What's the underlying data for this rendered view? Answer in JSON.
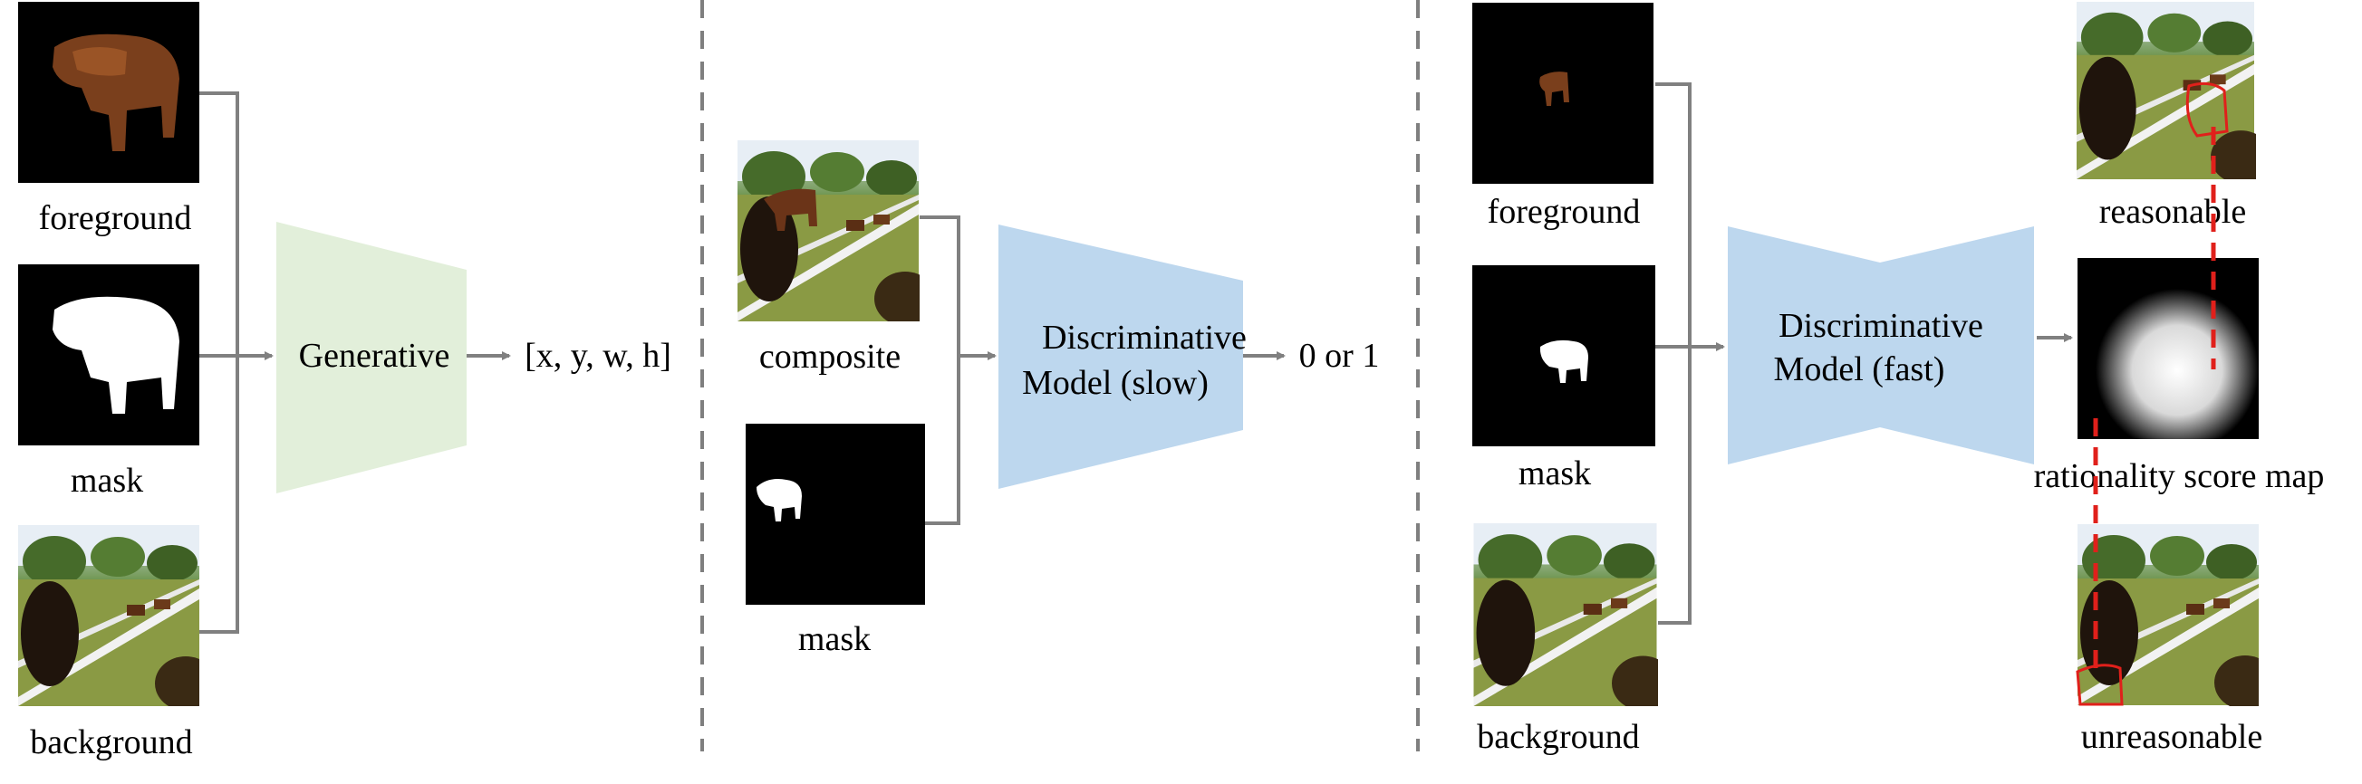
{
  "panel_generative": {
    "foreground_label": "foreground",
    "mask_label": "mask",
    "background_label": "background",
    "model_label": "Generative",
    "output_label": "[x, y, w, h]"
  },
  "panel_slow": {
    "composite_label": "composite",
    "mask_label": "mask",
    "model_line1": "Discriminative",
    "model_line2": "Model (slow)",
    "output_label": "0 or 1"
  },
  "panel_fast": {
    "foreground_label": "foreground",
    "mask_label": "mask",
    "background_label": "background",
    "model_line1": "Discriminative",
    "model_line2": "Model (fast)",
    "reasonable_label": "reasonable",
    "score_map_label": "rationality score map",
    "unreasonable_label": "unreasonable"
  },
  "colors": {
    "generative_block": "#e2efda",
    "discriminative_block": "#bdd7ee",
    "arrow": "#808080",
    "divider": "#7f7f7f",
    "highlight": "#e0201b"
  }
}
